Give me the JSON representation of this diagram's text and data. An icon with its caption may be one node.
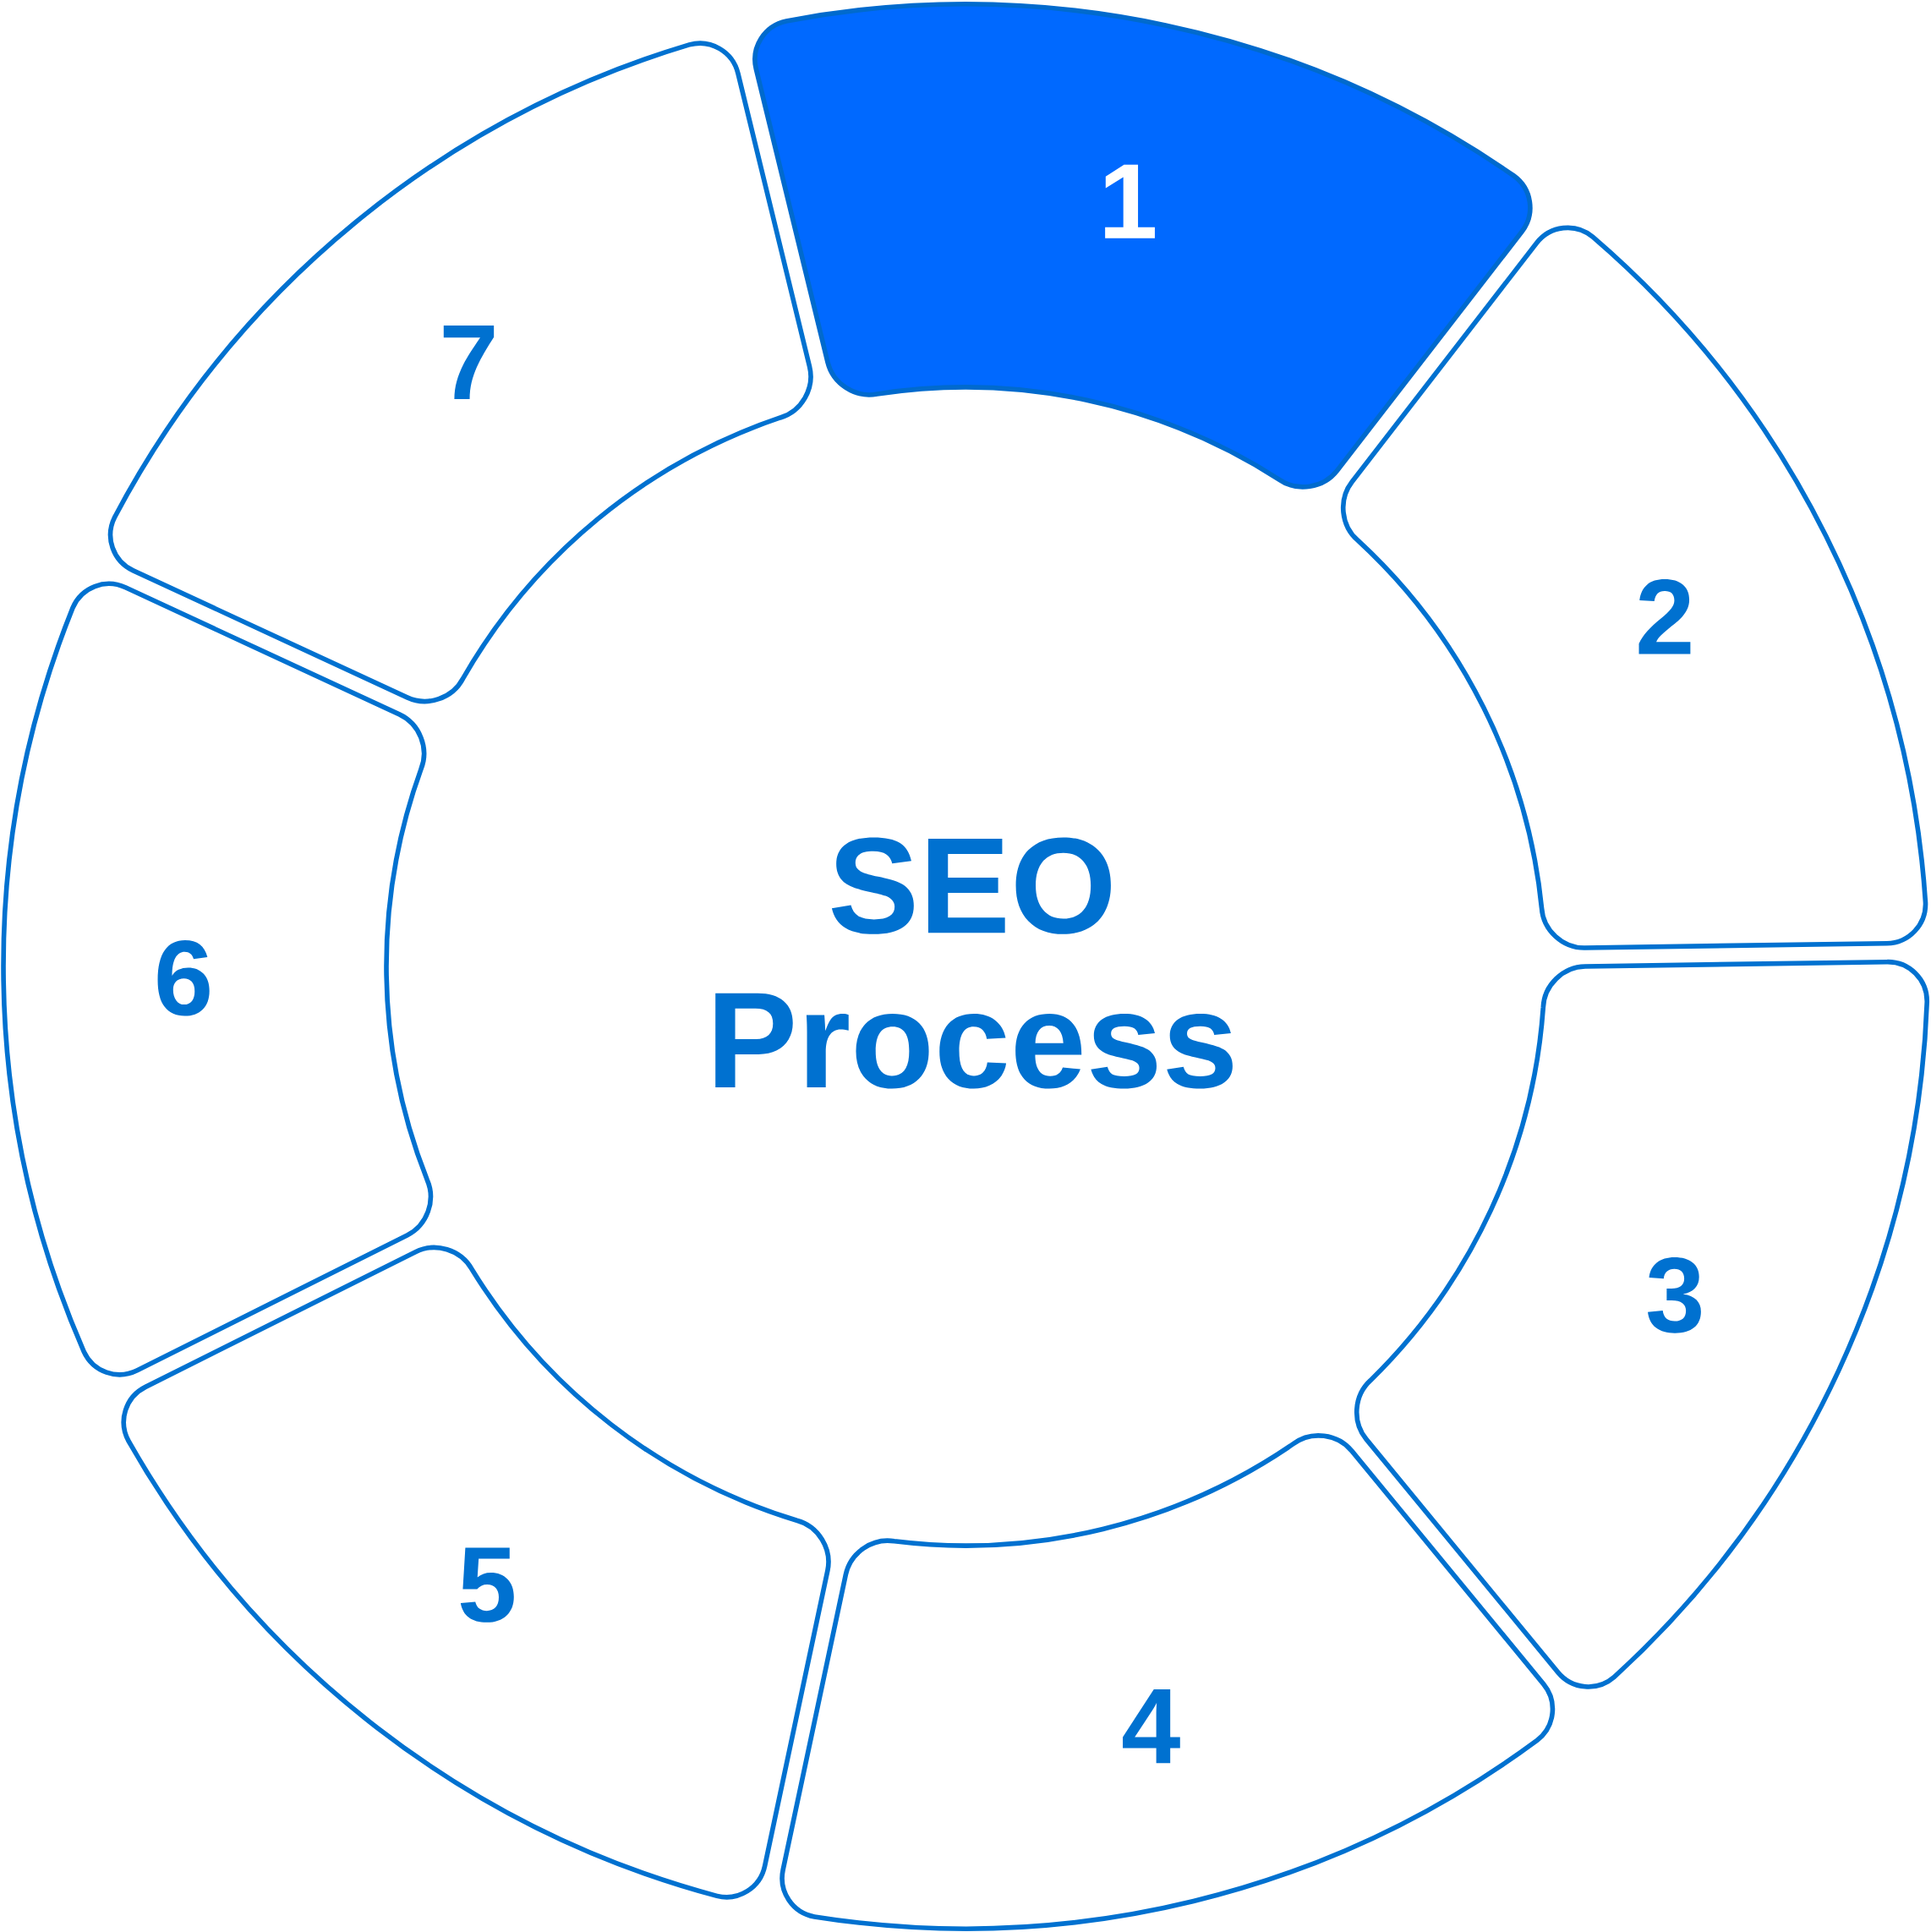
{
  "diagram": {
    "title": "SEO Process",
    "nodes": [
      {
        "text": [
          "1"
        ]
      },
      {
        "text": [
          "2"
        ]
      },
      {
        "text": [
          "3"
        ]
      },
      {
        "text": [
          "4"
        ]
      },
      {
        "text": [
          "5"
        ]
      },
      {
        "text": [
          "6"
        ]
      },
      {
        "text": [
          "7"
        ]
      }
    ]
  }
}
